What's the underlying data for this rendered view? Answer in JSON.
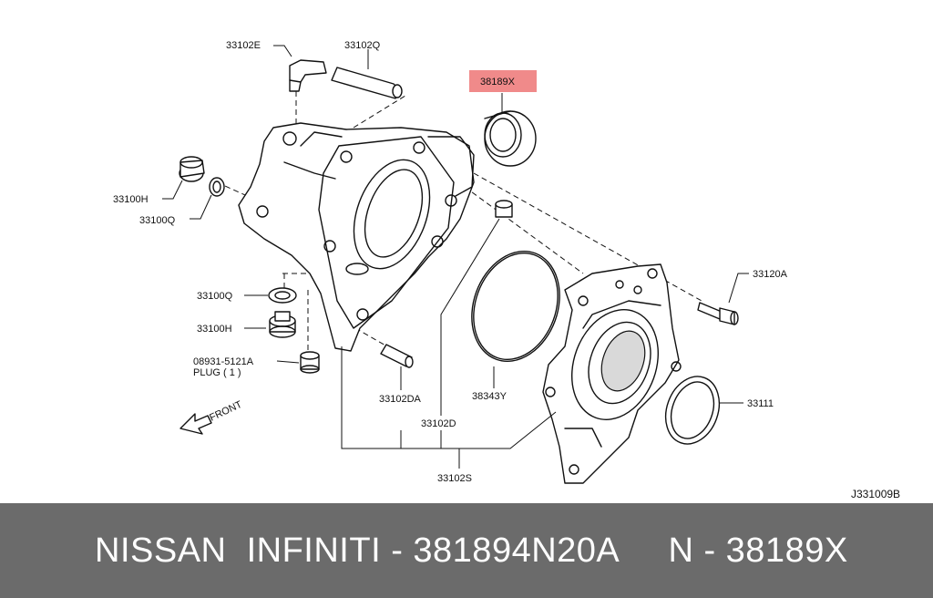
{
  "diagram": {
    "labels": {
      "p33102E": "33102E",
      "p33102Q": "33102Q",
      "p38189X": "38189X",
      "p33100H_top": "33100H",
      "p33100Q_top": "33100Q",
      "p33100Q_mid": "33100Q",
      "p33100H_mid": "33100H",
      "p08931": "08931-5121A",
      "plug": "PLUG ( 1 )",
      "p33102DA": "33102DA",
      "p33102D": "33102D",
      "p38343Y": "38343Y",
      "p33120A": "33120A",
      "p33111": "33111",
      "p33102S": "33102S",
      "front": "FRONT",
      "code": "J331009B"
    },
    "highlight_color": "#f08a8a"
  },
  "footer": {
    "text": "NISSAN  INFINITI - 381894N20A     N - 38189X"
  }
}
